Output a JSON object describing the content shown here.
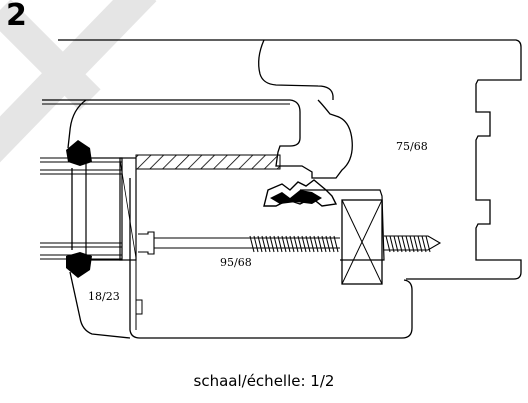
{
  "figure": {
    "number": "2",
    "watermark_color": "#e5e5e5"
  },
  "labels": {
    "frame_section": "75/68",
    "sash_section": "95/68",
    "bead_section": "18/23"
  },
  "caption": {
    "scale": "schaal/échelle: 1/2"
  }
}
